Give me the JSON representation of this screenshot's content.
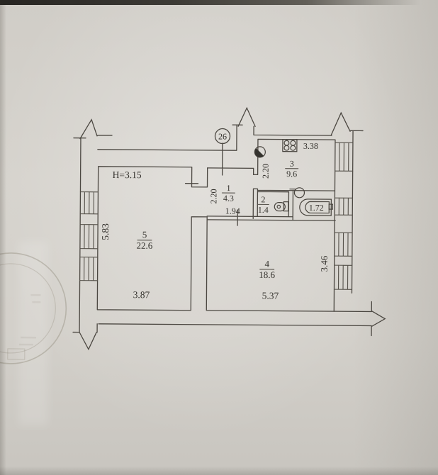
{
  "plan": {
    "apartment_number": "26",
    "ceiling_height": "H=3.15",
    "rooms": {
      "room1": {
        "number": "1",
        "area": "4.3",
        "dim_left": "2.20",
        "dim_bottom": "1.94"
      },
      "room2": {
        "number": "2",
        "area": "1.4"
      },
      "room3": {
        "number": "3",
        "area": "9.6",
        "dim_left": "2.20",
        "dim_top": "3.38"
      },
      "room4": {
        "number": "4",
        "area": "18.6",
        "dim_bottom": "5.37",
        "dim_right": "3.46"
      },
      "room5": {
        "number": "5",
        "area": "22.6",
        "dim_left": "5.83",
        "dim_bottom": "3.87"
      }
    },
    "bathtub_length": "1.72",
    "icons": {
      "stove": "stove-icon",
      "sink": "sink-icon",
      "toilet": "toilet-icon",
      "bathtub": "bathtub-icon",
      "water_heater": "water-heater-icon",
      "window": "window-icon",
      "wall_break": "break-arrow-icon"
    }
  }
}
